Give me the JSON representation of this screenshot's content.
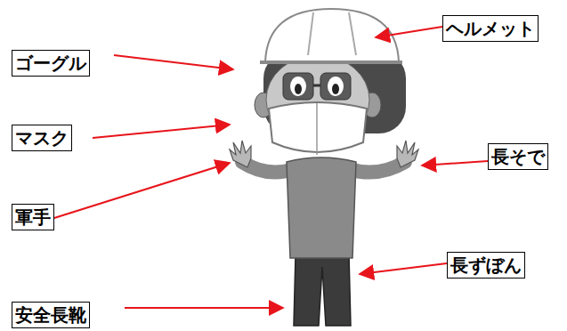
{
  "diagram": {
    "nodes": [
      {
        "text": [
          "ヘルメット"
        ]
      },
      {
        "text": [
          "ゴーグル"
        ]
      },
      {
        "text": [
          "マスク"
        ]
      },
      {
        "text": [
          "長そで"
        ]
      },
      {
        "text": [
          "軍手"
        ]
      },
      {
        "text": [
          "長ずぼん"
        ]
      },
      {
        "text": [
          "安全長靴"
        ]
      }
    ]
  }
}
